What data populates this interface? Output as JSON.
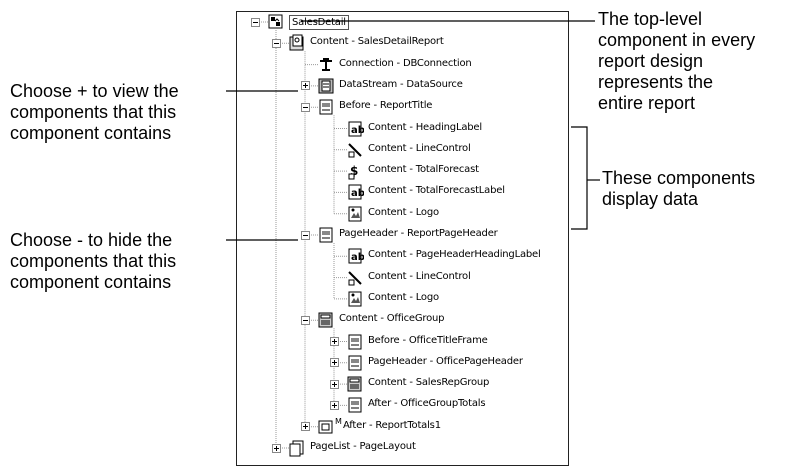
{
  "tree": {
    "nodes": [
      {
        "label": "SalesDetail",
        "expander": "minus",
        "icon": "report-root-icon"
      },
      {
        "label": "Content - SalesDetailReport",
        "expander": "minus",
        "icon": "report-section-icon"
      },
      {
        "label": "Connection - DBConnection",
        "expander": null,
        "icon": "connection-icon"
      },
      {
        "label": "DataStream - DataSource",
        "expander": "plus",
        "icon": "datastream-icon"
      },
      {
        "label": "Before - ReportTitle",
        "expander": "minus",
        "icon": "frame-icon"
      },
      {
        "label": "Content - HeadingLabel",
        "expander": null,
        "icon": "label-icon"
      },
      {
        "label": "Content - LineControl",
        "expander": null,
        "icon": "line-control-icon"
      },
      {
        "label": "Content - TotalForecast",
        "expander": null,
        "icon": "total-forecast-icon"
      },
      {
        "label": "Content - TotalForecastLabel",
        "expander": null,
        "icon": "label-icon"
      },
      {
        "label": "Content - Logo",
        "expander": null,
        "icon": "logo-image-icon"
      },
      {
        "label": "PageHeader - ReportPageHeader",
        "expander": "minus",
        "icon": "frame-icon"
      },
      {
        "label": "Content - PageHeaderHeadingLabel",
        "expander": null,
        "icon": "label-icon"
      },
      {
        "label": "Content - LineControl",
        "expander": null,
        "icon": "line-control-icon"
      },
      {
        "label": "Content - Logo",
        "expander": null,
        "icon": "logo-image-icon"
      },
      {
        "label": "Content - OfficeGroup",
        "expander": "minus",
        "icon": "group-icon"
      },
      {
        "label": "Before - OfficeTitleFrame",
        "expander": "plus",
        "icon": "frame-icon"
      },
      {
        "label": "PageHeader - OfficePageHeader",
        "expander": "plus",
        "icon": "frame-icon"
      },
      {
        "label": "Content - SalesRepGroup",
        "expander": "plus",
        "icon": "group-icon"
      },
      {
        "label": "After - OfficeGroupTotals",
        "expander": "plus",
        "icon": "frame-icon"
      },
      {
        "label": "After - ReportTotals1",
        "expander": "plus",
        "icon": "report-totals-icon",
        "badge": "M"
      },
      {
        "label": "PageList - PageLayout",
        "expander": "plus",
        "icon": "page-list-icon"
      }
    ]
  },
  "callouts": {
    "top_level": [
      "The top-level",
      "component in every",
      "report design",
      "represents the",
      "entire report"
    ],
    "display_data": [
      "These components",
      "display data"
    ],
    "expand": [
      "Choose + to view the",
      "components that this",
      "component contains"
    ],
    "collapse": [
      "Choose - to hide the",
      "components that this",
      "component contains"
    ]
  }
}
